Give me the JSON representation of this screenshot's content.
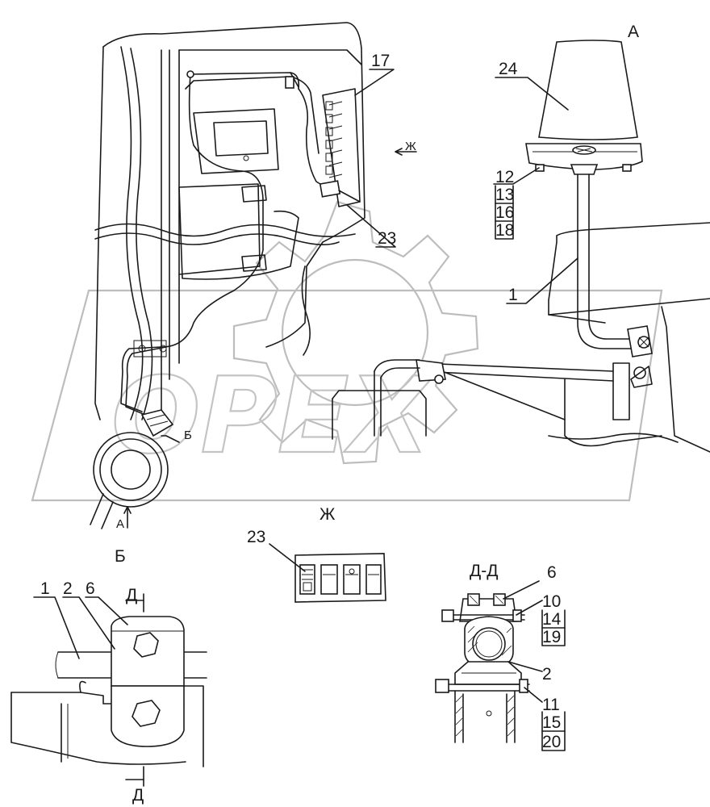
{
  "view_labels": {
    "view_a": "А",
    "view_b": "Б",
    "view_zh": "Ж",
    "section_dd": "Д-Д",
    "arrow_a": "А",
    "arrow_b": "Б",
    "arrow_zh": "Ж",
    "cut_d_top": "Д",
    "cut_d_bottom": "Д"
  },
  "callouts": {
    "c17": "17",
    "c23_main": "23",
    "c24": "24",
    "c12": "12",
    "c13": "13",
    "c16": "16",
    "c18": "18",
    "c1_main": "1",
    "c23_zh": "23",
    "c1_b": "1",
    "c2_b": "2",
    "c6_b": "6",
    "c6_dd": "6",
    "c10": "10",
    "c14": "14",
    "c19": "19",
    "c2_dd": "2",
    "c11": "11",
    "c15": "15",
    "c20": "20"
  },
  "watermark": {
    "brand": "OPEX",
    "color": "#bdbdbd"
  },
  "icons": {
    "watermark_gear": "gear-icon",
    "view_arrow": "arrow-icon"
  }
}
